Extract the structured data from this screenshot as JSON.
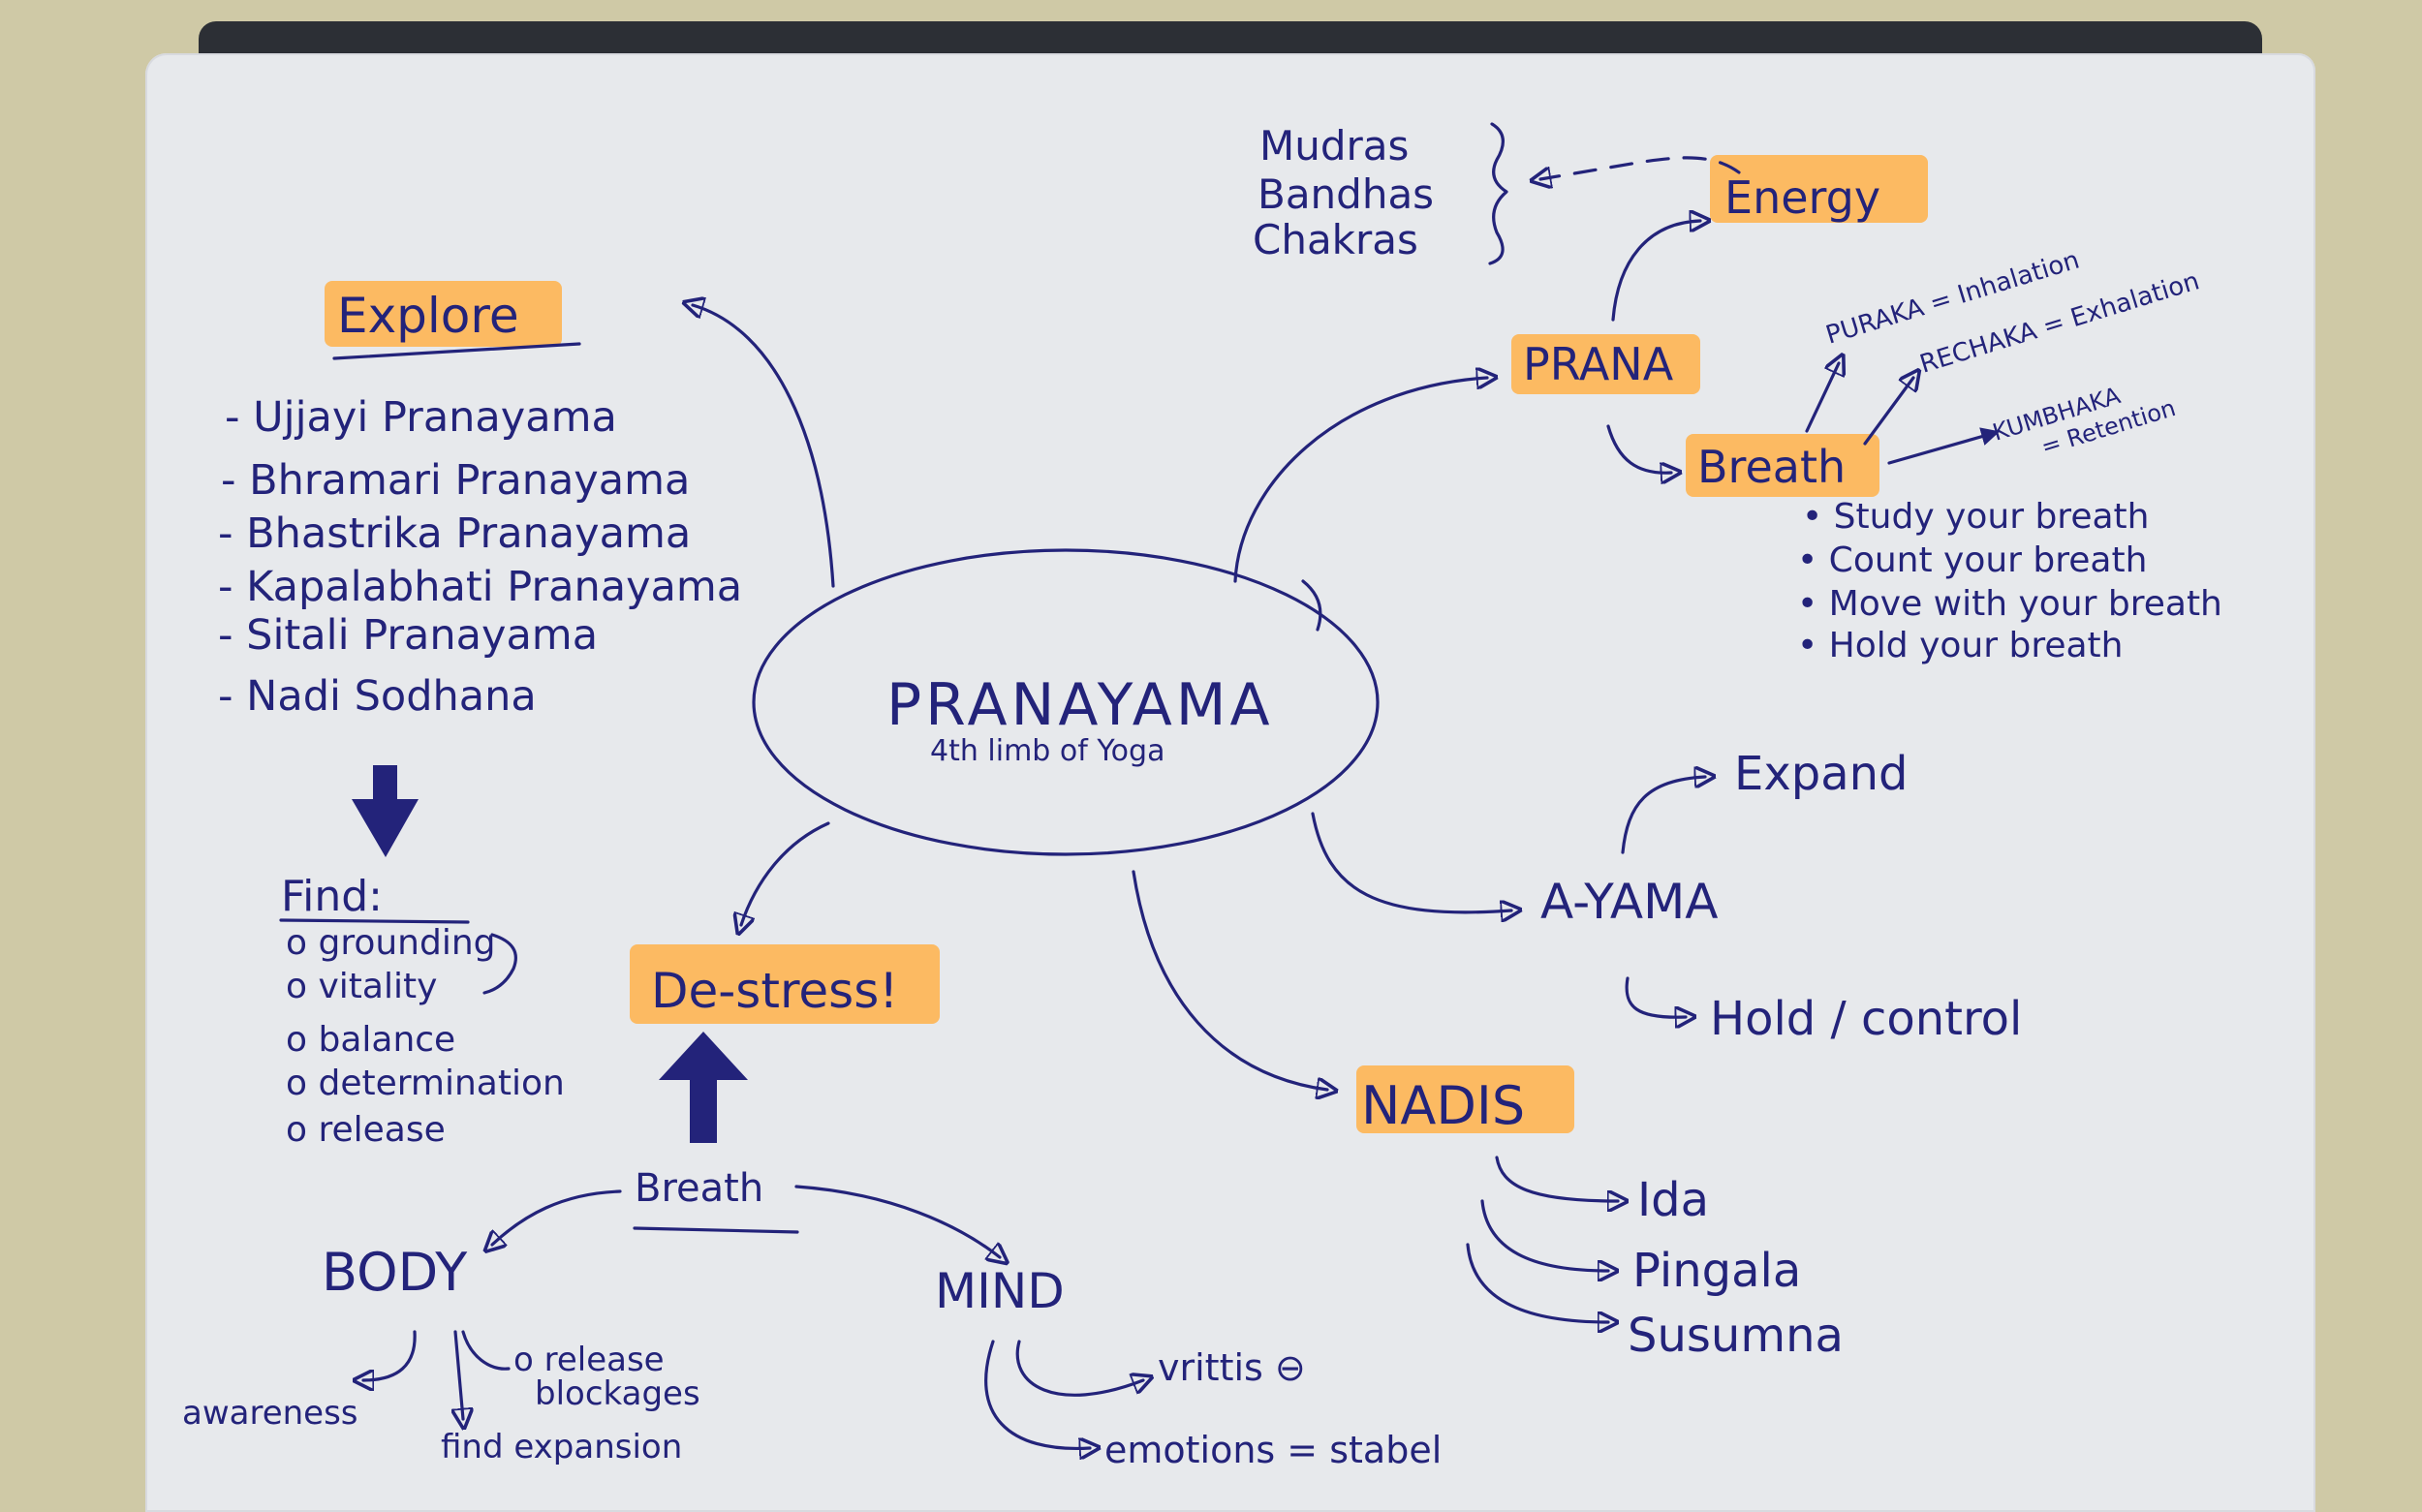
{
  "center": {
    "title": "PRANAYAMA",
    "subtitle": "4th limb of Yoga"
  },
  "explore": {
    "heading": "Explore",
    "items": [
      "- Ujjayi Pranayama",
      "- Bhramari Pranayama",
      "- Bhastrika Pranayama",
      "- Kapalabhati Pranayama",
      "- Sitali Pranayama",
      "- Nadi Sodhana"
    ]
  },
  "find": {
    "heading": "Find:",
    "items": [
      "o grounding",
      "o vitality",
      "o balance",
      "o determination",
      "o release"
    ]
  },
  "destress": {
    "heading": "De-stress!",
    "breath": "Breath",
    "body": "BODY",
    "mind": "MIND",
    "body_items": [
      "awareness",
      "o release",
      "blockages",
      "find expansion"
    ],
    "mind_items": [
      "vrittis ⊖",
      "emotions = stabel"
    ]
  },
  "prana": {
    "heading": "PRANA",
    "energy": "Energy",
    "energy_related": [
      "Mudras",
      "Bandhas",
      "Chakras"
    ],
    "breath": "Breath",
    "breath_types": [
      "PURAKA = Inhalation",
      "RECHAKA = Exhalation",
      "KUMBHAKA",
      "= Retention"
    ],
    "breath_items": [
      "• Study your breath",
      "• Count your breath",
      "• Move with your breath",
      "• Hold your breath"
    ]
  },
  "ayama": {
    "heading": "A-YAMA",
    "items": [
      "Expand",
      "Hold / control"
    ]
  },
  "nadis": {
    "heading": "NADIS",
    "items": [
      "Ida",
      "Pingala",
      "Susumna"
    ]
  },
  "colors": {
    "ink": "#23237a",
    "highlight": "#ffb24a",
    "paper": "#e7e9ec",
    "background": "#cfc9a6"
  }
}
